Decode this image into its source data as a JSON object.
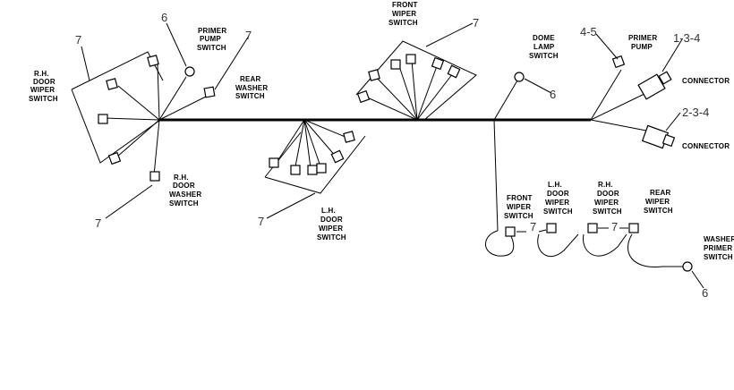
{
  "labels": {
    "rh_door_wiper_switch": [
      "R.H.",
      "DOOR",
      "WIPER",
      "SWITCH"
    ],
    "primer_pump_switch": [
      "PRIMER",
      "PUMP",
      "SWITCH"
    ],
    "rear_washer_switch": [
      "REAR",
      "WASHER",
      "SWITCH"
    ],
    "rh_door_washer_switch": [
      "R.H.",
      "DOOR",
      "WASHER",
      "SWITCH"
    ],
    "lh_door_wiper_switch": [
      "L.H.",
      "DOOR",
      "WIPER",
      "SWITCH"
    ],
    "front_wiper_switch_top": [
      "FRONT",
      "WIPER",
      "SWITCH"
    ],
    "dome_lamp_switch": [
      "DOME",
      "LAMP",
      "SWITCH"
    ],
    "primer_pump": [
      "PRIMER",
      "PUMP"
    ],
    "connector_upper": "CONNECTOR",
    "connector_lower": "CONNECTOR",
    "front_wiper_switch_lower": [
      "FRONT",
      "WIPER",
      "SWITCH"
    ],
    "lh_door_wiper_switch_lower": [
      "L.H.",
      "DOOR",
      "WIPER",
      "SWITCH"
    ],
    "rh_door_wiper_switch_lower": [
      "R.H.",
      "DOOR",
      "WIPER",
      "SWITCH"
    ],
    "rear_wiper_switch": [
      "REAR",
      "WIPER",
      "SWITCH"
    ],
    "washer_primer_switch": [
      "WASHER",
      "PRIMER",
      "SWITCH"
    ]
  },
  "callouts": {
    "c7_rh_group": "7",
    "c6_primer": "6",
    "c7_primer": "7",
    "c7_washer": "7",
    "c7_lh_group": "7",
    "c7_front_group": "7",
    "c6_dome": "6",
    "c45": "4-5",
    "c134": "1-3-4",
    "c234": "2-3-4",
    "c7_lower_a": "7",
    "c7_lower_b": "7",
    "c6_washer_primer": "6"
  }
}
